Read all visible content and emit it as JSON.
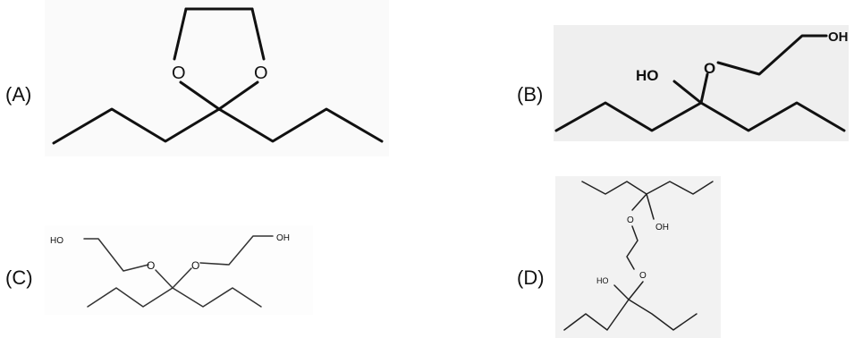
{
  "options": [
    {
      "id": "A",
      "label": "(A)",
      "atoms": {
        "o1": "O",
        "o2": "O"
      }
    },
    {
      "id": "B",
      "label": "(B)",
      "atoms": {
        "ho": "HO",
        "o": "O",
        "oh": "OH"
      }
    },
    {
      "id": "C",
      "label": "(C)",
      "atoms": {
        "ho": "HO",
        "o1": "O",
        "o2": "O",
        "oh": "OH"
      }
    },
    {
      "id": "D",
      "label": "(D)",
      "atoms": {
        "o1": "O",
        "oh": "OH",
        "o2": "O",
        "ho": "HO"
      }
    }
  ],
  "colors": {
    "ink": "#111111",
    "scan_bg_b": "#efefef",
    "scan_bg_d": "#f2f2f2"
  }
}
